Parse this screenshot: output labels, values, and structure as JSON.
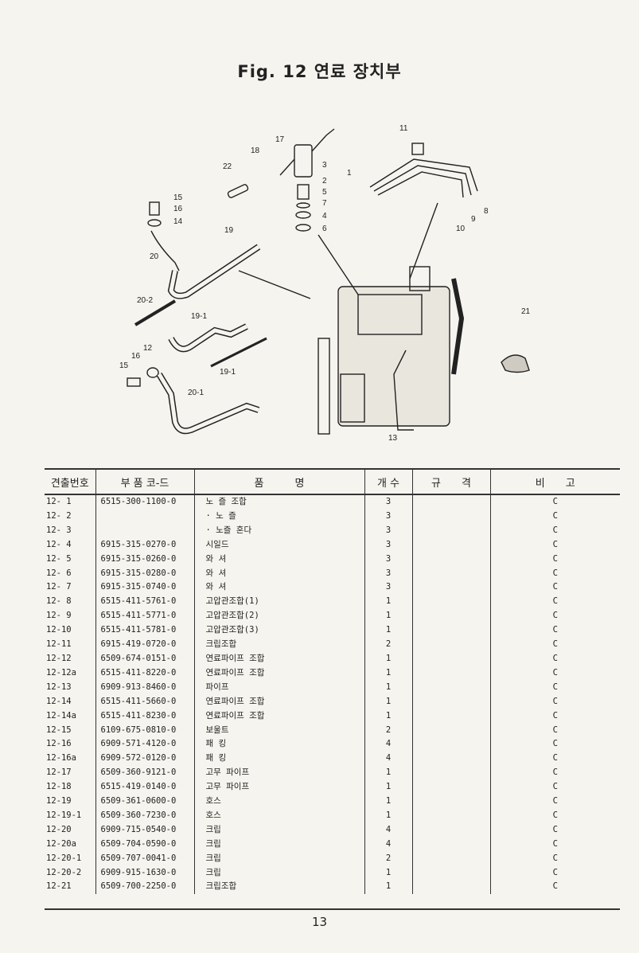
{
  "title": "Fig. 12  연료 장치부",
  "diagram": {
    "callouts": [
      "17",
      "18",
      "22",
      "3",
      "1",
      "2",
      "5",
      "7",
      "4",
      "6",
      "15",
      "16",
      "14",
      "19",
      "20",
      "20-2",
      "19-1",
      "12",
      "15",
      "16",
      "19-1",
      "20-1",
      "11",
      "10",
      "9",
      "8",
      "21",
      "13"
    ]
  },
  "table": {
    "headers": [
      "견출번호",
      "부 품 코-드",
      "품　　　명",
      "개 수",
      "규　　격",
      "비　　고"
    ],
    "rows": [
      {
        "no": "12-  1",
        "code": "6515-300-1100-0",
        "name": "노 즐 조합",
        "qty": "3",
        "spec": "",
        "note": "C"
      },
      {
        "no": "12-  2",
        "code": "",
        "name": "· 노 즐",
        "qty": "3",
        "spec": "",
        "note": "C"
      },
      {
        "no": "12-  3",
        "code": "",
        "name": "· 노즐 혼다",
        "qty": "3",
        "spec": "",
        "note": "C"
      },
      {
        "no": "12-  4",
        "code": "6915-315-0270-0",
        "name": "시일드",
        "qty": "3",
        "spec": "",
        "note": "C"
      },
      {
        "no": "12-  5",
        "code": "6915-315-0260-0",
        "name": "와  셔",
        "qty": "3",
        "spec": "",
        "note": "C"
      },
      {
        "no": "12-  6",
        "code": "6915-315-0280-0",
        "name": "와  셔",
        "qty": "3",
        "spec": "",
        "note": "C"
      },
      {
        "no": "12-  7",
        "code": "6915-315-0740-0",
        "name": "와  셔",
        "qty": "3",
        "spec": "",
        "note": "C"
      },
      {
        "no": "12-  8",
        "code": "6515-411-5761-0",
        "name": "고압관조합(1)",
        "qty": "1",
        "spec": "",
        "note": "C"
      },
      {
        "no": "12-  9",
        "code": "6515-411-5771-0",
        "name": "고압관조합(2)",
        "qty": "1",
        "spec": "",
        "note": "C"
      },
      {
        "no": "12-10",
        "code": "6515-411-5781-0",
        "name": "고압관조합(3)",
        "qty": "1",
        "spec": "",
        "note": "C"
      },
      {
        "no": "12-11",
        "code": "6915-419-0720-0",
        "name": "크립조합",
        "qty": "2",
        "spec": "",
        "note": "C"
      },
      {
        "no": "12-12",
        "code": "6509-674-0151-0",
        "name": "연료파이프 조합",
        "qty": "1",
        "spec": "",
        "note": "C"
      },
      {
        "no": "12-12a",
        "code": "6515-411-8220-0",
        "name": "연료파이프 조합",
        "qty": "1",
        "spec": "",
        "note": "C"
      },
      {
        "no": "12-13",
        "code": "6909-913-8460-0",
        "name": "파이프",
        "qty": "1",
        "spec": "",
        "note": "C"
      },
      {
        "no": "12-14",
        "code": "6515-411-5660-0",
        "name": "연료파이프 조합",
        "qty": "1",
        "spec": "",
        "note": "C"
      },
      {
        "no": "12-14a",
        "code": "6515-411-8230-0",
        "name": "연료파이프 조합",
        "qty": "1",
        "spec": "",
        "note": "C"
      },
      {
        "no": "12-15",
        "code": "6109-675-0810-0",
        "name": "보울트",
        "qty": "2",
        "spec": "",
        "note": "C"
      },
      {
        "no": "12-16",
        "code": "6909-571-4120-0",
        "name": "패  킹",
        "qty": "4",
        "spec": "",
        "note": "C"
      },
      {
        "no": "12-16a",
        "code": "6909-572-0120-0",
        "name": "패  킹",
        "qty": "4",
        "spec": "",
        "note": "C"
      },
      {
        "no": "12-17",
        "code": "6509-360-9121-0",
        "name": "고무 파이프",
        "qty": "1",
        "spec": "",
        "note": "C"
      },
      {
        "no": "12-18",
        "code": "6515-419-0140-0",
        "name": "고무 파이프",
        "qty": "1",
        "spec": "",
        "note": "C"
      },
      {
        "no": "12-19",
        "code": "6509-361-0600-0",
        "name": "호스",
        "qty": "1",
        "spec": "",
        "note": "C"
      },
      {
        "no": "12-19-1",
        "code": "6509-360-7230-0",
        "name": "호스",
        "qty": "1",
        "spec": "",
        "note": "C"
      },
      {
        "no": "12-20",
        "code": "6909-715-0540-0",
        "name": "크립",
        "qty": "4",
        "spec": "",
        "note": "C"
      },
      {
        "no": "12-20a",
        "code": "6509-704-0590-0",
        "name": "크립",
        "qty": "4",
        "spec": "",
        "note": "C"
      },
      {
        "no": "12-20-1",
        "code": "6509-707-0041-0",
        "name": "크립",
        "qty": "2",
        "spec": "",
        "note": "C"
      },
      {
        "no": "12-20-2",
        "code": "6909-915-1630-0",
        "name": "크립",
        "qty": "1",
        "spec": "",
        "note": "C"
      },
      {
        "no": "12-21",
        "code": "6509-700-2250-0",
        "name": "크립조합",
        "qty": "1",
        "spec": "",
        "note": "C"
      }
    ]
  },
  "page_number": "13"
}
